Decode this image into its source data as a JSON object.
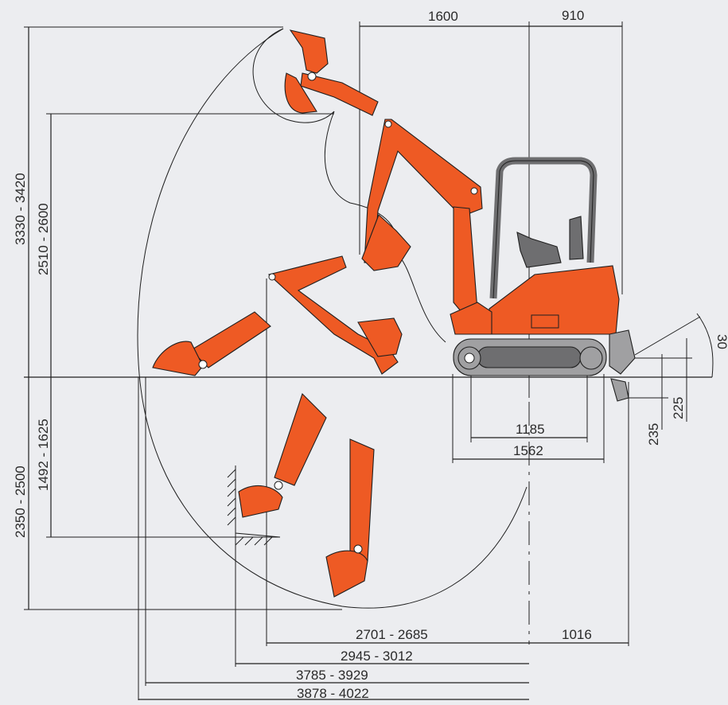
{
  "dimensions": {
    "top_1600": "1600",
    "top_910": "910",
    "left_3330_3420": "3330 - 3420",
    "left_2510_2600": "2510 - 2600",
    "left_2350_2500": "2350 - 2500",
    "left_1492_1625": "1492 - 1625",
    "track_1185": "1185",
    "track_1562": "1562",
    "blade_235": "235",
    "blade_225": "225",
    "angle_30": "30",
    "bottom_2701_2685": "2701 - 2685",
    "bottom_1016": "1016",
    "bottom_2945_3012": "2945 - 3012",
    "bottom_3785_3929": "3785 - 3929",
    "bottom_3878_4022": "3878 - 4022"
  },
  "colors": {
    "background": "#ecedf0",
    "machine_body": "#ee5a24",
    "undercarriage": "#a0a0a2",
    "line": "#1f1f1f"
  }
}
